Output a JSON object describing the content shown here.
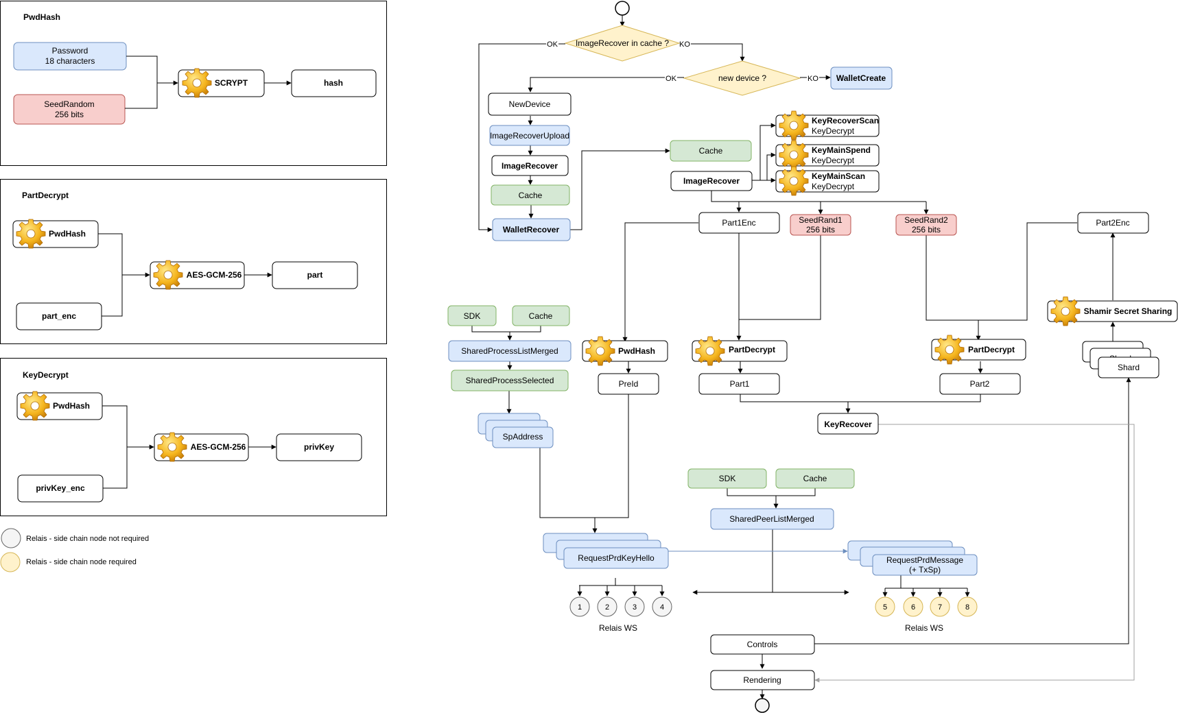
{
  "panels": {
    "pwdhash": {
      "title": "PwdHash",
      "password": [
        "Password",
        "18 characters"
      ],
      "seed": [
        "SeedRandom",
        "256 bits"
      ],
      "scrypt": "SCRYPT",
      "hash": "hash"
    },
    "partdecrypt": {
      "title": "PartDecrypt",
      "pwdhash": "PwdHash",
      "part_enc": "part_enc",
      "aes": "AES-GCM-256",
      "part": "part"
    },
    "keydecrypt": {
      "title": "KeyDecrypt",
      "pwdhash": "PwdHash",
      "privkey_enc": "privKey_enc",
      "aes": "AES-GCM-256",
      "privkey": "privKey"
    }
  },
  "legend": {
    "not_required": "Relais - side chain node not required",
    "required": "Relais - side chain node required"
  },
  "flow": {
    "decision_cache": "ImageRecover in cache ?",
    "decision_device": "new device ?",
    "ok": "OK",
    "ko": "KO",
    "wallet_create": "WalletCreate",
    "new_device": "NewDevice",
    "image_recover_upload": "ImageRecoverUpload",
    "image_recover": "ImageRecover",
    "cache": "Cache",
    "wallet_recover": "WalletRecover",
    "cache2": "Cache",
    "image_recover2": "ImageRecover",
    "key_recover_scan": [
      "KeyRecoverScan",
      "KeyDecrypt"
    ],
    "key_main_spend": [
      "KeyMainSpend",
      "KeyDecrypt"
    ],
    "key_main_scan": [
      "KeyMainScan",
      "KeyDecrypt"
    ],
    "part1enc": "Part1Enc",
    "seedrand1": [
      "SeedRand1",
      "256 bits"
    ],
    "seedrand2": [
      "SeedRand2",
      "256 bits"
    ],
    "part2enc": "Part2Enc",
    "shamir": "Shamir Secret Sharing",
    "shard_back": "Shard",
    "shard": "Shard",
    "sdk1": "SDK",
    "cache3": "Cache",
    "shared_process_list": "SharedProcessListMerged",
    "shared_process_selected": "SharedProcessSelected",
    "sp_address": "SpAddress",
    "pwdhash": "PwdHash",
    "preid": "PreId",
    "partdecrypt1": "PartDecrypt",
    "part1": "Part1",
    "partdecrypt2": "PartDecrypt",
    "part2": "Part2",
    "key_recover": "KeyRecover",
    "sdk2": "SDK",
    "cache4": "Cache",
    "shared_peer_list": "SharedPeerListMerged",
    "request_prd_key_hello_back": "RequestPrdKeyHello",
    "request_prd_key_hello": "RequestPrdKeyHello",
    "request_prd_message": [
      "RequestPrdMessage",
      "(+ TxSp)"
    ],
    "relais_left": [
      "1",
      "2",
      "3",
      "4"
    ],
    "relais_right": [
      "5",
      "6",
      "7",
      "8"
    ],
    "relais_ws_left": "Relais WS",
    "relais_ws_right": "Relais WS",
    "controls": "Controls",
    "rendering": "Rendering"
  }
}
